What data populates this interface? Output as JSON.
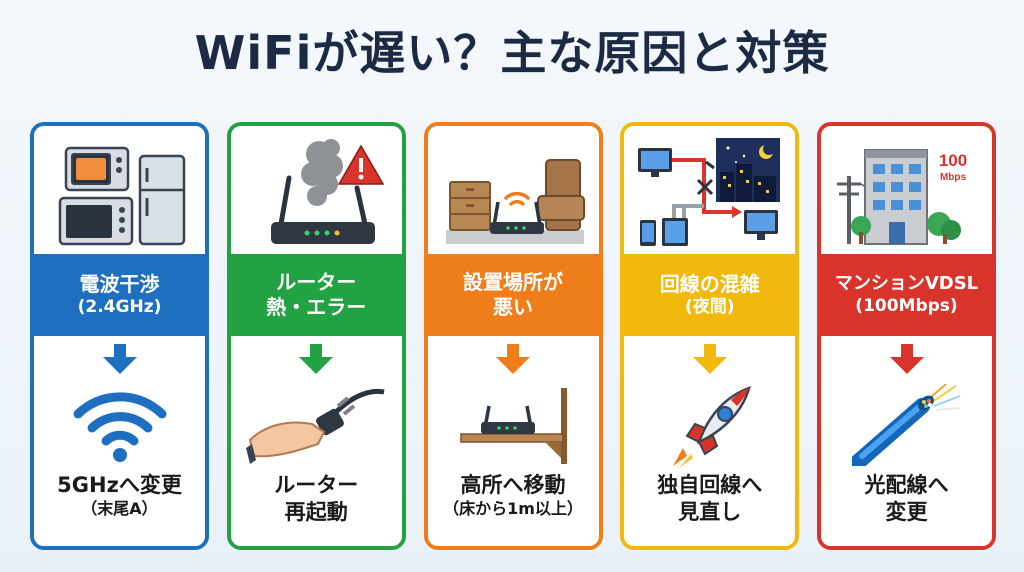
{
  "title": "WiFiが遅い？主な原因と対策",
  "colors": {
    "blue": "#1f6fc1",
    "green": "#22a243",
    "orange": "#ef7d1a",
    "yellow": "#f1b80e",
    "red": "#d9342b",
    "title": "#1c2a44"
  },
  "cards": [
    {
      "cause_line1": "電波干渉",
      "cause_line2": "(2.4GHz)",
      "solution_line1": "5GHzへ変更",
      "solution_line2": "（末尾A）",
      "top_icons": [
        "microwave-icon",
        "refrigerator-icon",
        "oven-icon"
      ],
      "solution_icon": "wifi-icon"
    },
    {
      "cause_line1": "ルーター",
      "cause_line2": "熱・エラー",
      "solution_line1": "ルーター",
      "solution_line2": "再起動",
      "top_icons": [
        "router-icon",
        "smoke-icon",
        "warning-icon"
      ],
      "solution_icon": "power-plug-icon"
    },
    {
      "cause_line1": "設置場所が",
      "cause_line2": "悪い",
      "solution_line1": "高所へ移動",
      "solution_line2": "（床から1m以上）",
      "top_icons": [
        "cabinet-icon",
        "router-icon",
        "sofa-icon"
      ],
      "solution_icon": "router-on-shelf-icon"
    },
    {
      "cause_line1": "回線の混雑",
      "cause_line2": "(夜間)",
      "solution_line1": "独自回線へ",
      "solution_line2": "見直し",
      "top_icons": [
        "network-devices-icon",
        "night-city-icon"
      ],
      "solution_icon": "rocket-icon"
    },
    {
      "cause_line1": "マンションVDSL",
      "cause_line2": "(100Mbps)",
      "solution_line1": "光配線へ",
      "solution_line2": "変更",
      "badge_line1": "100",
      "badge_line2": "Mbps",
      "top_icons": [
        "apartment-icon",
        "utility-pole-icon",
        "tree-icon"
      ],
      "solution_icon": "fiber-cable-icon"
    }
  ]
}
